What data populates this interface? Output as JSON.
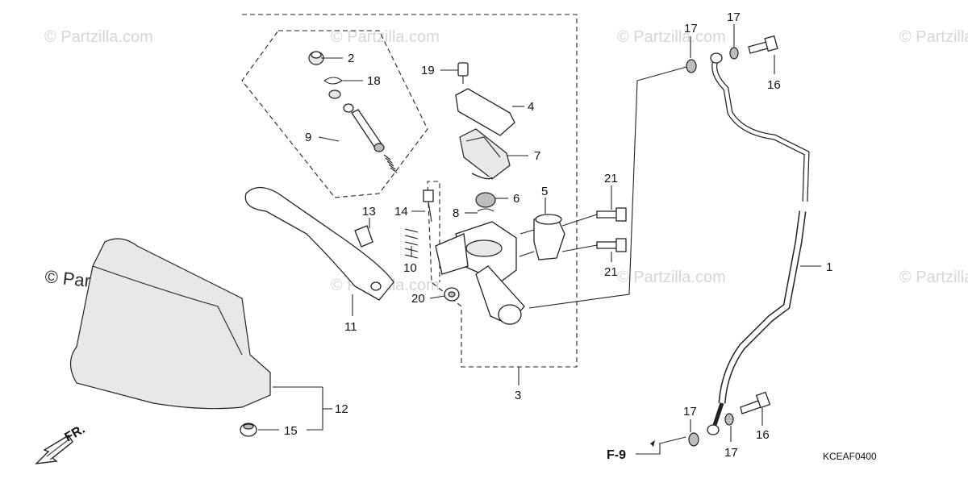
{
  "diagram": {
    "watermark": "© Partzilla.com",
    "code": "KCEAF0400",
    "ref": "F-9",
    "ref_arrow": "arrow-right",
    "front_marker": "FR.",
    "front_arrow": "arrow-down-left",
    "callouts": {
      "c1": "1",
      "c2": "2",
      "c3": "3",
      "c4": "4",
      "c5": "5",
      "c6": "6",
      "c7": "7",
      "c8": "8",
      "c9": "9",
      "c10": "10",
      "c11": "11",
      "c12": "12",
      "c13": "13",
      "c14": "14",
      "c15": "15",
      "c16a": "16",
      "c16b": "16",
      "c17a": "17",
      "c17b": "17",
      "c17c": "17",
      "c17d": "17",
      "c18": "18",
      "c19": "19",
      "c20": "20",
      "c21a": "21",
      "c21b": "21"
    }
  }
}
